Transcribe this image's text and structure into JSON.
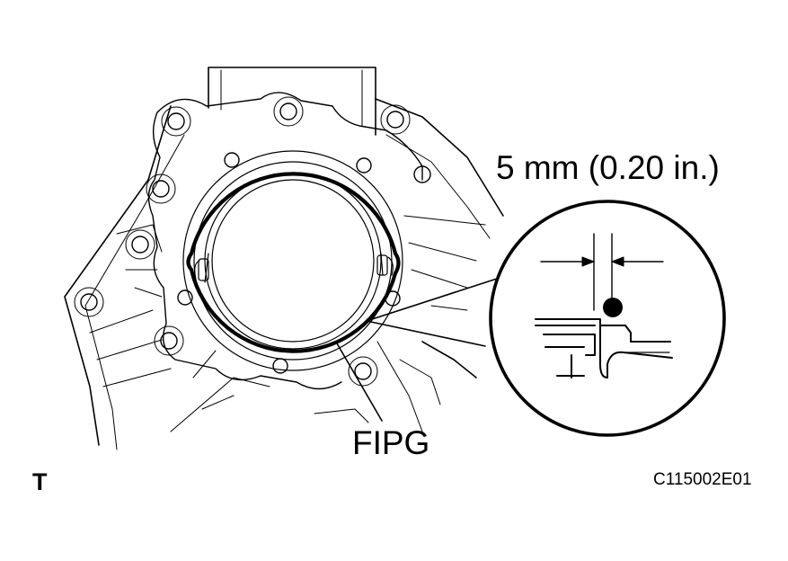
{
  "labels": {
    "dimension": "5 mm (0.20 in.)",
    "sealant": "FIPG",
    "corner_mark": "T",
    "figure_code": "C115002E01"
  }
}
